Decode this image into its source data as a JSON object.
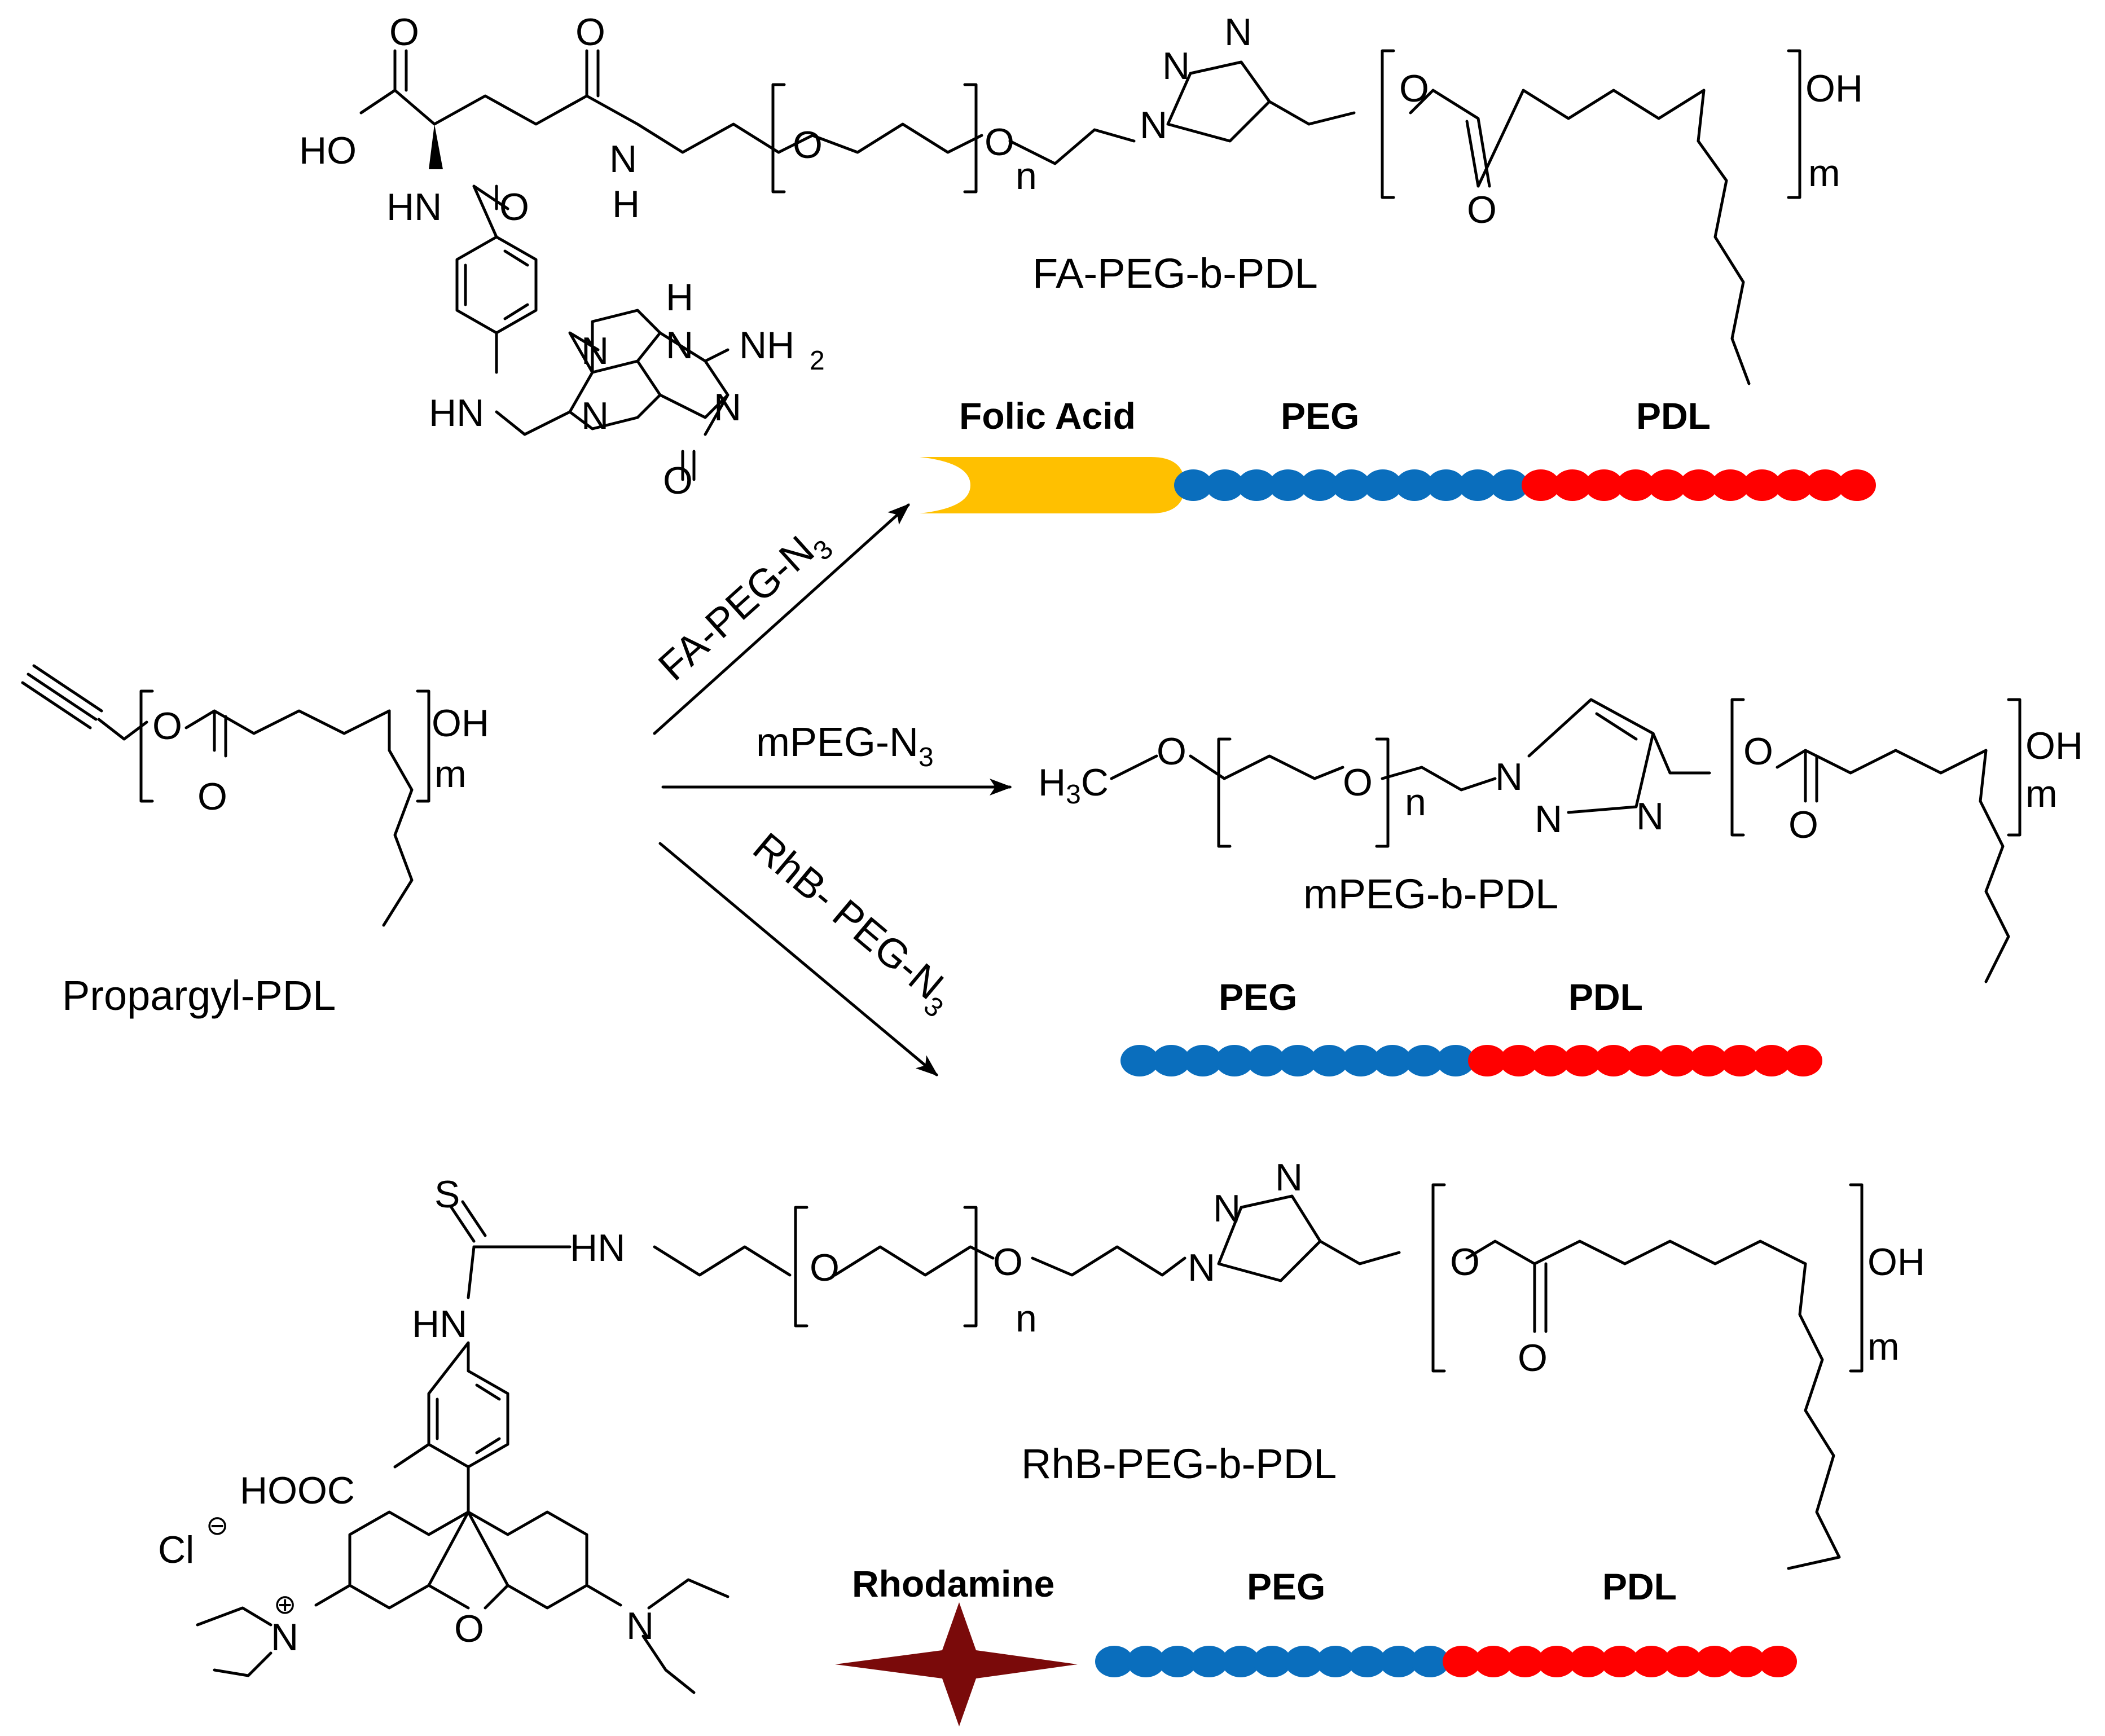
{
  "colors": {
    "peg": "#0a6ebd",
    "pdl": "#ff0000",
    "folic": "#ffc000",
    "rhodamine": "#7a0a0a",
    "ink": "#000000"
  },
  "captions": {
    "fa_product": "FA-PEG-b-PDL",
    "mpeg_product": "mPEG-b-PDL",
    "rhb_product": "RhB-PEG-b-PDL",
    "start": "Propargyl-PDL"
  },
  "reagents": {
    "fa": {
      "main": "FA-PEG-N",
      "sub": "3"
    },
    "mpeg": {
      "main": "mPEG-N",
      "sub": "3"
    },
    "rhb": {
      "main": "RhB- PEG-N",
      "sub": "3"
    }
  },
  "cartoons": {
    "fa": {
      "head": "Folic Acid",
      "peg": "PEG",
      "pdl": "PDL",
      "peg_beads": 11,
      "pdl_beads": 11
    },
    "mpeg": {
      "peg": "PEG",
      "pdl": "PDL",
      "peg_beads": 11,
      "pdl_beads": 11
    },
    "rhb": {
      "head": "Rhodamine",
      "peg": "PEG",
      "pdl": "PDL",
      "peg_beads": 11,
      "pdl_beads": 11
    }
  },
  "atoms": {
    "O": "O",
    "OH": "OH",
    "HO": "HO",
    "HN": "HN",
    "N": "N",
    "H": "H",
    "NH": "NH",
    "NH2": "NH",
    "sub2": "2",
    "n": "n",
    "m": "m",
    "S": "S",
    "HOOC": "HOOC",
    "Cl": "Cl",
    "H3C": "H",
    "C": "C",
    "sub3": "3"
  }
}
